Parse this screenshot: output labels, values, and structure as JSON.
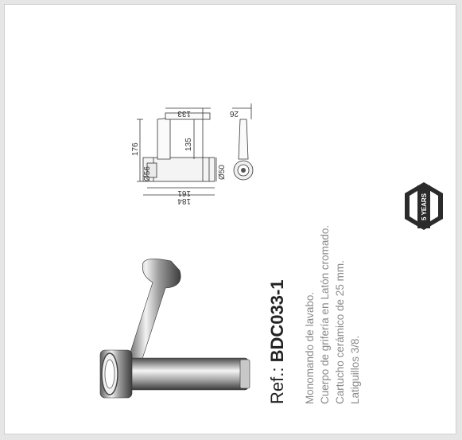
{
  "ref": {
    "prefix": "Ref.:",
    "code": "BDC033-1"
  },
  "description": [
    "Monomando de lavabo.",
    "Cuerpo de grifería en Latón cromado.",
    "Cartucho cerámico de 25 mm.",
    "Latiguillos 3/8."
  ],
  "drawing": {
    "dims": {
      "d176": "176",
      "d56": "Ø56",
      "d133": "133",
      "d135": "135",
      "d50": "Ø50",
      "d161": "161",
      "d184": "184",
      "d26": "26"
    }
  },
  "badge": {
    "text": "5 YEARS"
  }
}
